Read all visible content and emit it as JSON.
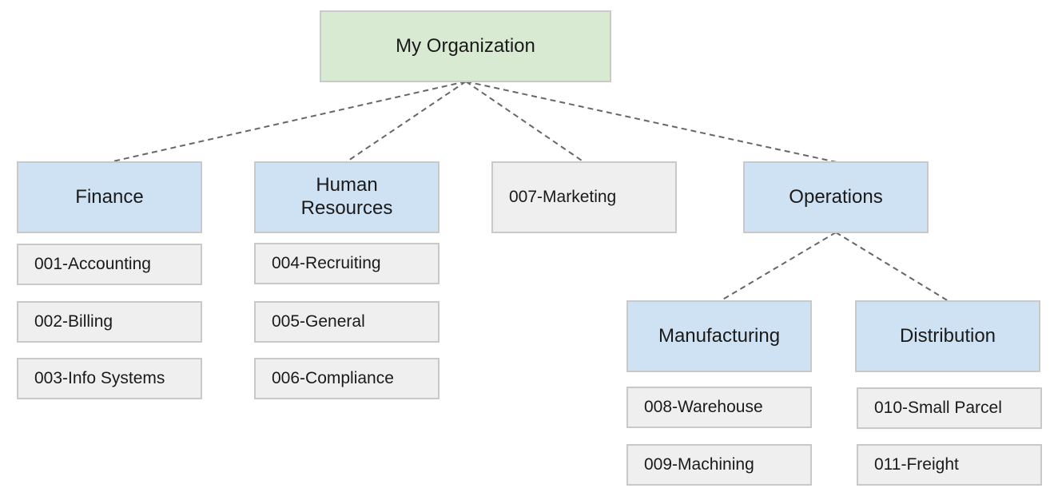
{
  "diagram": {
    "root": {
      "label": "My Organization"
    },
    "groups": {
      "finance": {
        "label": "Finance"
      },
      "human_resources": {
        "label": "Human Resources"
      },
      "marketing": {
        "label": "007-Marketing"
      },
      "operations": {
        "label": "Operations"
      },
      "manufacturing": {
        "label": "Manufacturing"
      },
      "distribution": {
        "label": "Distribution"
      }
    },
    "leaves": {
      "accounting": {
        "label": "001-Accounting"
      },
      "billing": {
        "label": "002-Billing"
      },
      "info_systems": {
        "label": "003-Info Systems"
      },
      "recruiting": {
        "label": "004-Recruiting"
      },
      "general": {
        "label": "005-General"
      },
      "compliance": {
        "label": "006-Compliance"
      },
      "warehouse": {
        "label": "008-Warehouse"
      },
      "machining": {
        "label": "009-Machining"
      },
      "small_parcel": {
        "label": "010-Small Parcel"
      },
      "freight": {
        "label": "011-Freight"
      }
    },
    "connections": [
      {
        "from": "root",
        "to": "finance"
      },
      {
        "from": "root",
        "to": "human_resources"
      },
      {
        "from": "root",
        "to": "marketing"
      },
      {
        "from": "root",
        "to": "operations"
      },
      {
        "from": "operations",
        "to": "manufacturing"
      },
      {
        "from": "operations",
        "to": "distribution"
      }
    ],
    "colors": {
      "root_fill": "#d9ead3",
      "group_fill": "#cfe2f3",
      "leaf_fill": "#efefef",
      "border": "#c9c9c9",
      "connector": "#666666"
    }
  }
}
